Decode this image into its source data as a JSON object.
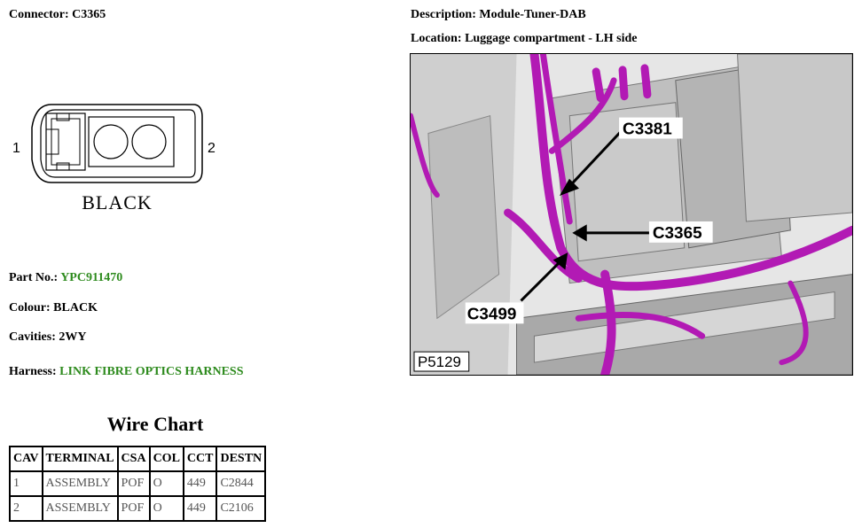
{
  "connector": {
    "label": "Connector:",
    "value": "C3365"
  },
  "description": {
    "label": "Description:",
    "value": "Module-Tuner-DAB"
  },
  "location": {
    "label": "Location:",
    "value": "Luggage compartment - LH side"
  },
  "diagram": {
    "pin1": "1",
    "pin2": "2",
    "color_caption": "BLACK"
  },
  "details": {
    "part_no_label": "Part No.:",
    "part_no": "YPC911470",
    "colour_label": "Colour:",
    "colour": "BLACK",
    "cavities_label": "Cavities:",
    "cavities": "2WY",
    "harness_label": "Harness:",
    "harness": "LINK FIBRE OPTICS HARNESS"
  },
  "photo": {
    "callouts": [
      "C3381",
      "C3365",
      "C3499"
    ],
    "ref": "P5129"
  },
  "wire_chart": {
    "title": "Wire Chart",
    "headers": [
      "CAV",
      "TERMINAL",
      "CSA",
      "COL",
      "CCT",
      "DESTN"
    ],
    "rows": [
      [
        "1",
        "ASSEMBLY",
        "POF",
        "O",
        "449",
        "C2844"
      ],
      [
        "2",
        "ASSEMBLY",
        "POF",
        "O",
        "449",
        "C2106"
      ]
    ]
  },
  "colors": {
    "link_green": "#2e8b1e",
    "harness_magenta": "#b21ab4"
  }
}
